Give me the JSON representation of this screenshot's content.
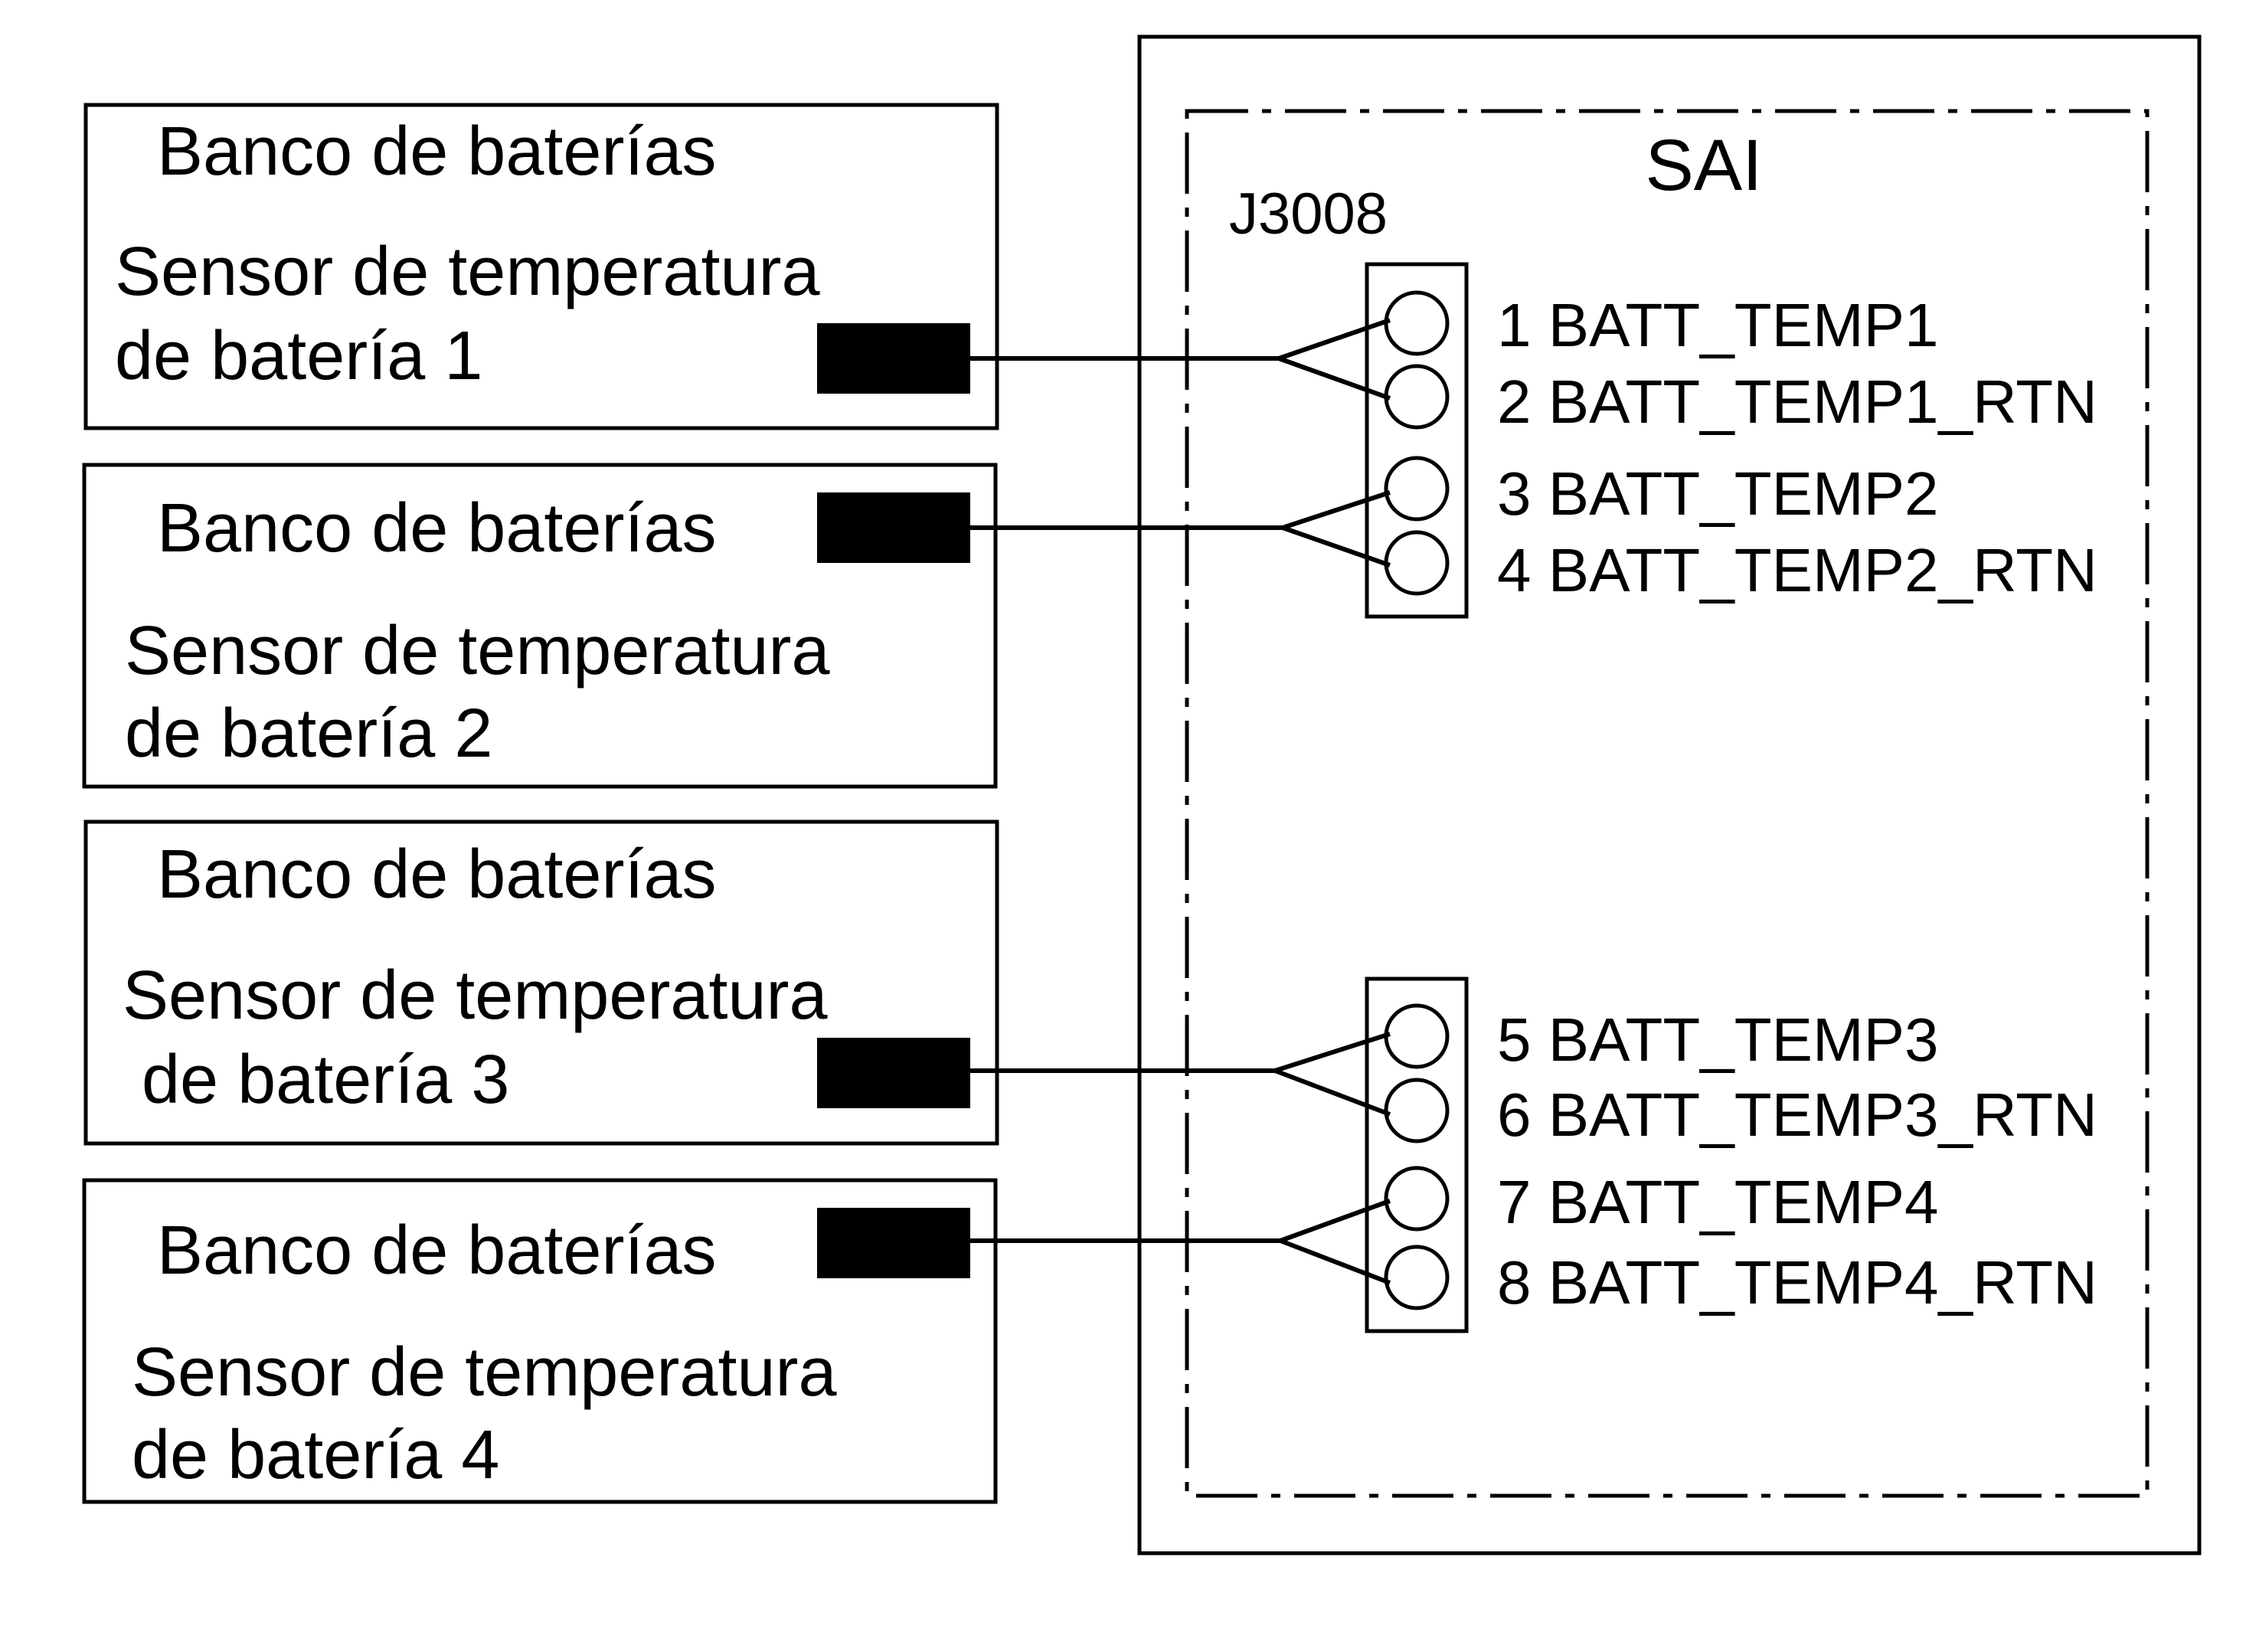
{
  "ups": {
    "title": "SAI",
    "connector_label": "J3008"
  },
  "banks": [
    {
      "title": "Banco de baterías",
      "sensor_line1": "Sensor de temperatura",
      "sensor_line2": "de batería 1"
    },
    {
      "title": "Banco de baterías",
      "sensor_line1": "Sensor de temperatura",
      "sensor_line2": "de batería 2"
    },
    {
      "title": "Banco de baterías",
      "sensor_line1": "Sensor de temperatura",
      "sensor_line2": " de batería 3"
    },
    {
      "title": "Banco de baterías",
      "sensor_line1": "Sensor de temperatura",
      "sensor_line2": "de batería 4"
    }
  ],
  "pins": [
    {
      "label": "1 BATT_TEMP1"
    },
    {
      "label": "2 BATT_TEMP1_RTN"
    },
    {
      "label": "3 BATT_TEMP2"
    },
    {
      "label": "4 BATT_TEMP2_RTN"
    },
    {
      "label": "5 BATT_TEMP3"
    },
    {
      "label": "6 BATT_TEMP3_RTN"
    },
    {
      "label": "7 BATT_TEMP4"
    },
    {
      "label": "8 BATT_TEMP4_RTN"
    }
  ],
  "colors": {
    "stroke": "#000000",
    "background": "#ffffff"
  }
}
